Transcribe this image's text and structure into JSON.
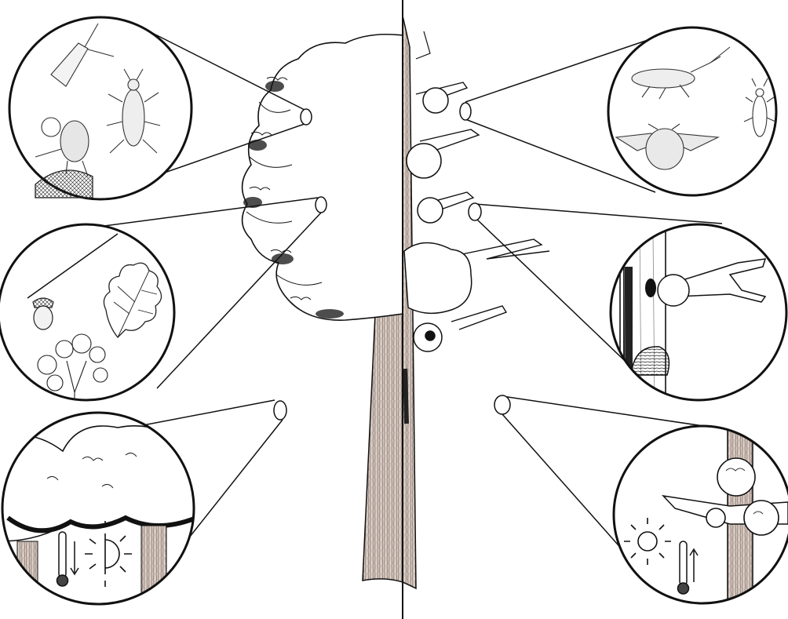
{
  "diagram": {
    "kind": "oak-tree-healthy-vs-declining-illustration",
    "divider": "center-vertical-line",
    "panels": {
      "left": [
        {
          "subject": "insects-on-foliage-and-acorn",
          "icons": [
            "moth-icon",
            "beetle-icon",
            "leafhopper-icon",
            "acorn-cup-icon"
          ]
        },
        {
          "subject": "acorn-leaf-flowers",
          "icons": [
            "acorn-icon",
            "oak-leaf-icon",
            "flower-cluster-icon"
          ]
        },
        {
          "subject": "cool-shaded-canopy",
          "icons": [
            "thermometer-down-icon",
            "half-sun-icon"
          ]
        }
      ],
      "right": [
        {
          "subject": "bark-insects",
          "icons": [
            "snakefly-icon",
            "beetle-icon",
            "jewel-beetle-icon"
          ]
        },
        {
          "subject": "trunk-hole-and-bracket-fungus",
          "icons": [
            "woodpecker-hole-icon",
            "bracket-fungus-icon",
            "dead-branch-icon"
          ]
        },
        {
          "subject": "warm-sunny-branch",
          "icons": [
            "sun-icon",
            "thermometer-up-icon"
          ]
        }
      ]
    },
    "colors": {
      "ink": "#111111",
      "paper": "#ffffff",
      "bark": "#b7a59a",
      "bark_dark": "#8a766c",
      "canopy": "#ffffff"
    }
  }
}
